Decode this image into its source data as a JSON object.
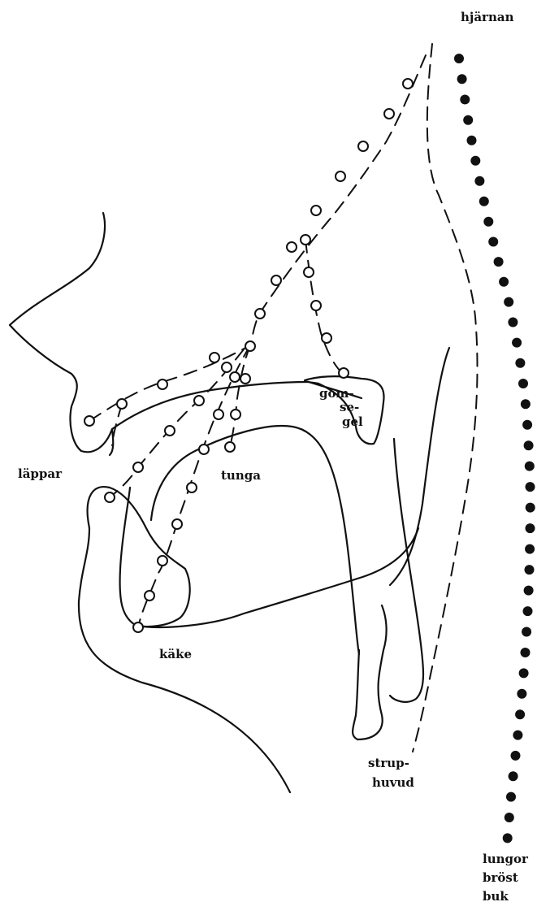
{
  "labels": {
    "brain": "hjärnan",
    "lips": "läppar",
    "tongue": "tunga",
    "soft_palate": [
      "gom-",
      "se-",
      "gel"
    ],
    "jaw": "käke",
    "larynx": [
      "strup-",
      "huvud"
    ],
    "breathing": [
      "lungor",
      "bröst",
      "buk"
    ]
  },
  "colors": {
    "ink": "#111111",
    "background": "#ffffff"
  }
}
